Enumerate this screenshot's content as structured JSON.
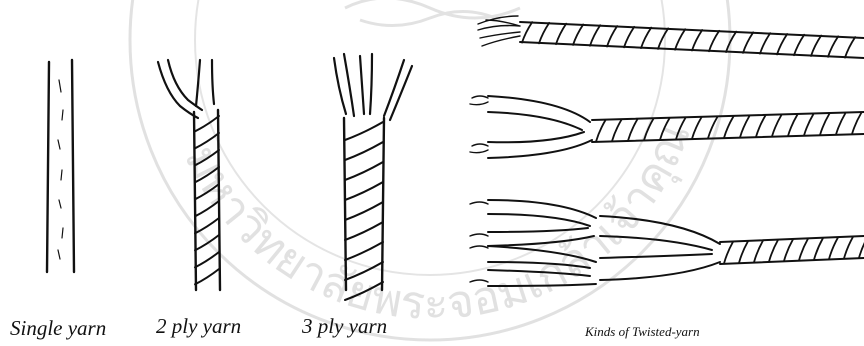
{
  "captions": {
    "single": "Single yarn",
    "two_ply": "2 ply yarn",
    "three_ply": "3 ply yarn",
    "kinds": "Kinds of Twisted-yarn"
  },
  "watermark": {
    "text": "มหาวิทยาลัยพระจอมเกล้าเจ้าคุณทหารลาดกระบัง",
    "color": "#c8c8c8"
  },
  "colors": {
    "ink": "#111111",
    "background": "#ffffff"
  }
}
